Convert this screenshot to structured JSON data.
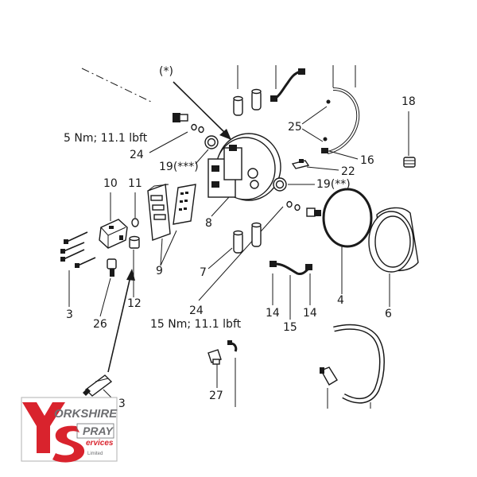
{
  "callouts": {
    "c3": "3",
    "c4": "4",
    "c6": "6",
    "c7": "7",
    "c8": "8",
    "c9": "9",
    "c10": "10",
    "c11": "11",
    "c12": "12",
    "c14a": "14",
    "c14b": "14",
    "c15": "15",
    "c16": "16",
    "c18": "18",
    "c19a": "19(***)",
    "c19b": "19(**)",
    "c22": "22",
    "c23": "23",
    "c24a": "24",
    "c24b": "24",
    "c25": "25",
    "c26": "26",
    "c27": "27",
    "cstar": "(*)"
  },
  "torque": {
    "t1": "5 Nm; 11.1 lbft",
    "t2": "15 Nm; 11.1 lbft"
  },
  "logo": {
    "line1": "ORKSHIRE",
    "line2": "PRAY",
    "line3": "ervices",
    "line4": "Limited",
    "brand_red": "#d9232d",
    "brand_grey": "#6d6e71"
  }
}
